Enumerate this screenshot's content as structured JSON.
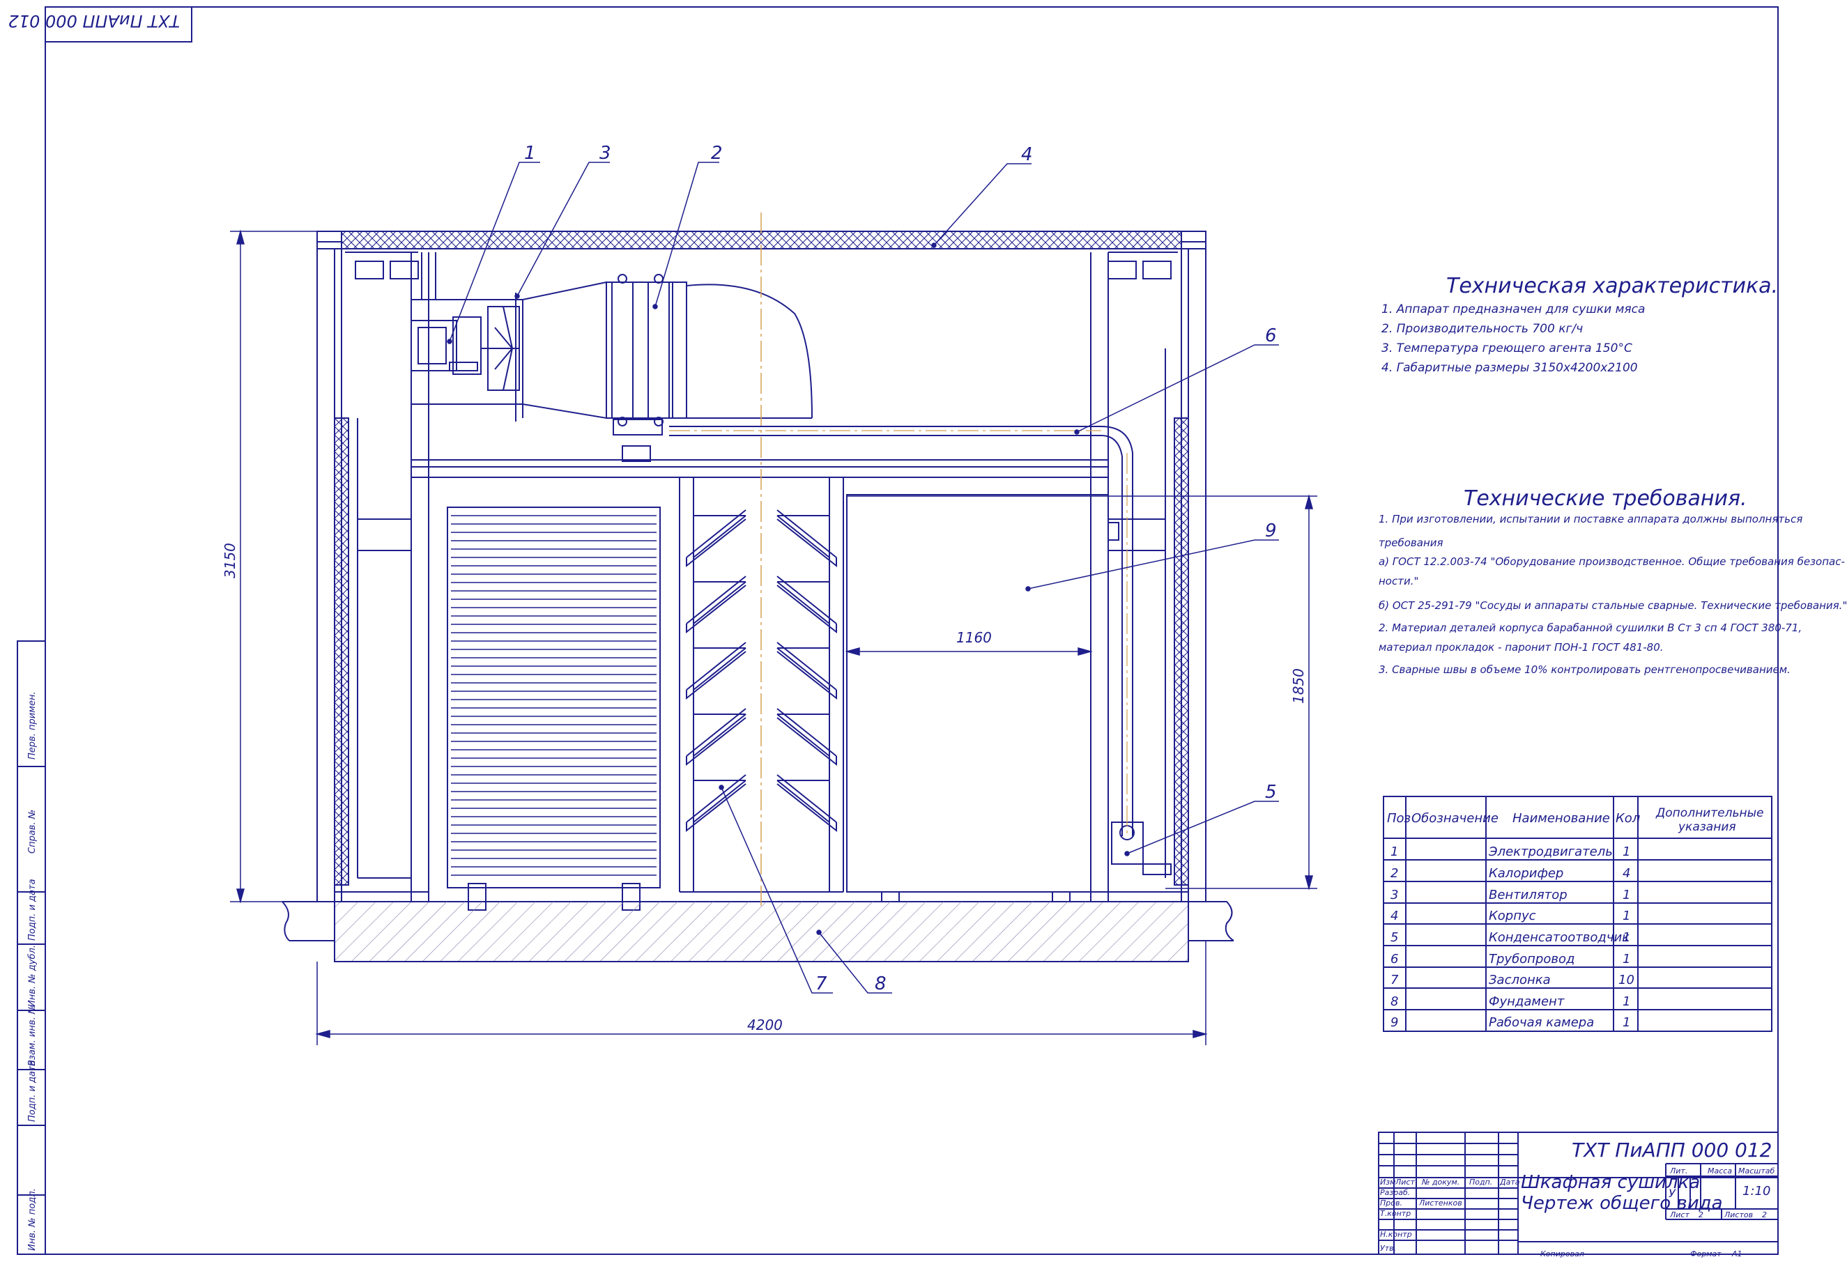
{
  "drawing_code_top": "ТХТ ПиАПП 000 012",
  "callouts": [
    "1",
    "2",
    "3",
    "4",
    "5",
    "6",
    "7",
    "8",
    "9"
  ],
  "dimensions": {
    "height": "3150",
    "width": "4200",
    "chamber_width": "1160",
    "chamber_height": "1850"
  },
  "tech_characteristics": {
    "title": "Техническая характеристика.",
    "items": [
      "1.  Аппарат предназначен для сушки мяса",
      "2.  Производительность  700 кг/ч",
      "3.  Температура греющего агента 150°С",
      "4.  Габаритные размеры 3150х4200х2100"
    ]
  },
  "tech_requirements": {
    "title": "Технические требования.",
    "items": [
      "1. При   изготовлении, испытании и поставке аппарата должны выполняться",
      "требования",
      "   а) ГОСТ 12.2.003-74   \"Оборудование производственное. Общие требования безопас-",
      "ности.\"",
      "   б) ОСТ 25-291-79 \"Сосуды и аппараты стальные сварные. Технические требования.\"",
      "2. Материал деталей корпуса барабанной сушилки В   Ст 3     сп  4  ГОСТ 380-71,",
      "материал прокладок - паронит ПОН-1 ГОСТ 481-80.",
      "3. Сварные швы в объеме 10% контролировать рентгенопросвечиванием."
    ]
  },
  "parts_table": {
    "headers": [
      "Поз",
      "Обозначение",
      "Наименование",
      "Кол",
      "Дополнительные указания"
    ],
    "rows": [
      {
        "pos": "1",
        "name": "Электродвигатель",
        "qty": "1"
      },
      {
        "pos": "2",
        "name": "Калорифер",
        "qty": "4"
      },
      {
        "pos": "3",
        "name": "Вентилятор",
        "qty": "1"
      },
      {
        "pos": "4",
        "name": "Корпус",
        "qty": "1"
      },
      {
        "pos": "5",
        "name": "Конденсатоотводчик",
        "qty": "1"
      },
      {
        "pos": "6",
        "name": "Трубопровод",
        "qty": "1"
      },
      {
        "pos": "7",
        "name": "Заслонка",
        "qty": "10"
      },
      {
        "pos": "8",
        "name": "Фундамент",
        "qty": "1"
      },
      {
        "pos": "9",
        "name": "Рабочая камера",
        "qty": "1"
      }
    ]
  },
  "title_block": {
    "code": "ТХТ ПиАПП 000 012",
    "name_line1": "Шкафная сушилка",
    "name_line2": "Чертеж общего вида",
    "col_izm": "Изм",
    "col_list": "Лист",
    "col_doc": "№ докум.",
    "col_sign": "Подп.",
    "col_date": "Дата",
    "razrab": "Разраб.",
    "prov": "Пров.",
    "prov_name": "Листенков",
    "tkontr": "Т.контр",
    "nkontr": "Н.контр",
    "utv": "Утв.",
    "lit_label": "Лит.",
    "lit_value": "У",
    "mass_label": "Масса",
    "scale_label": "Масштаб",
    "scale_value": "1:10",
    "sheet_label": "Лист",
    "sheet_value": "2",
    "sheets_label": "Листов",
    "sheets_value": "2",
    "copied": "Копировал",
    "format_label": "Формат",
    "format_value": "А1"
  },
  "side_stamp": [
    "Перв. примен.",
    "Справ. №",
    "Подп. и дата",
    "Инв. № дубл.",
    "Взам. инв. №",
    "Подп. и дата",
    "Инв. № подл."
  ],
  "colors": {
    "line": "#1e1e8c",
    "hatch": "#8a8ab0",
    "centerline": "#d4a050",
    "paper": "#ffffff"
  }
}
